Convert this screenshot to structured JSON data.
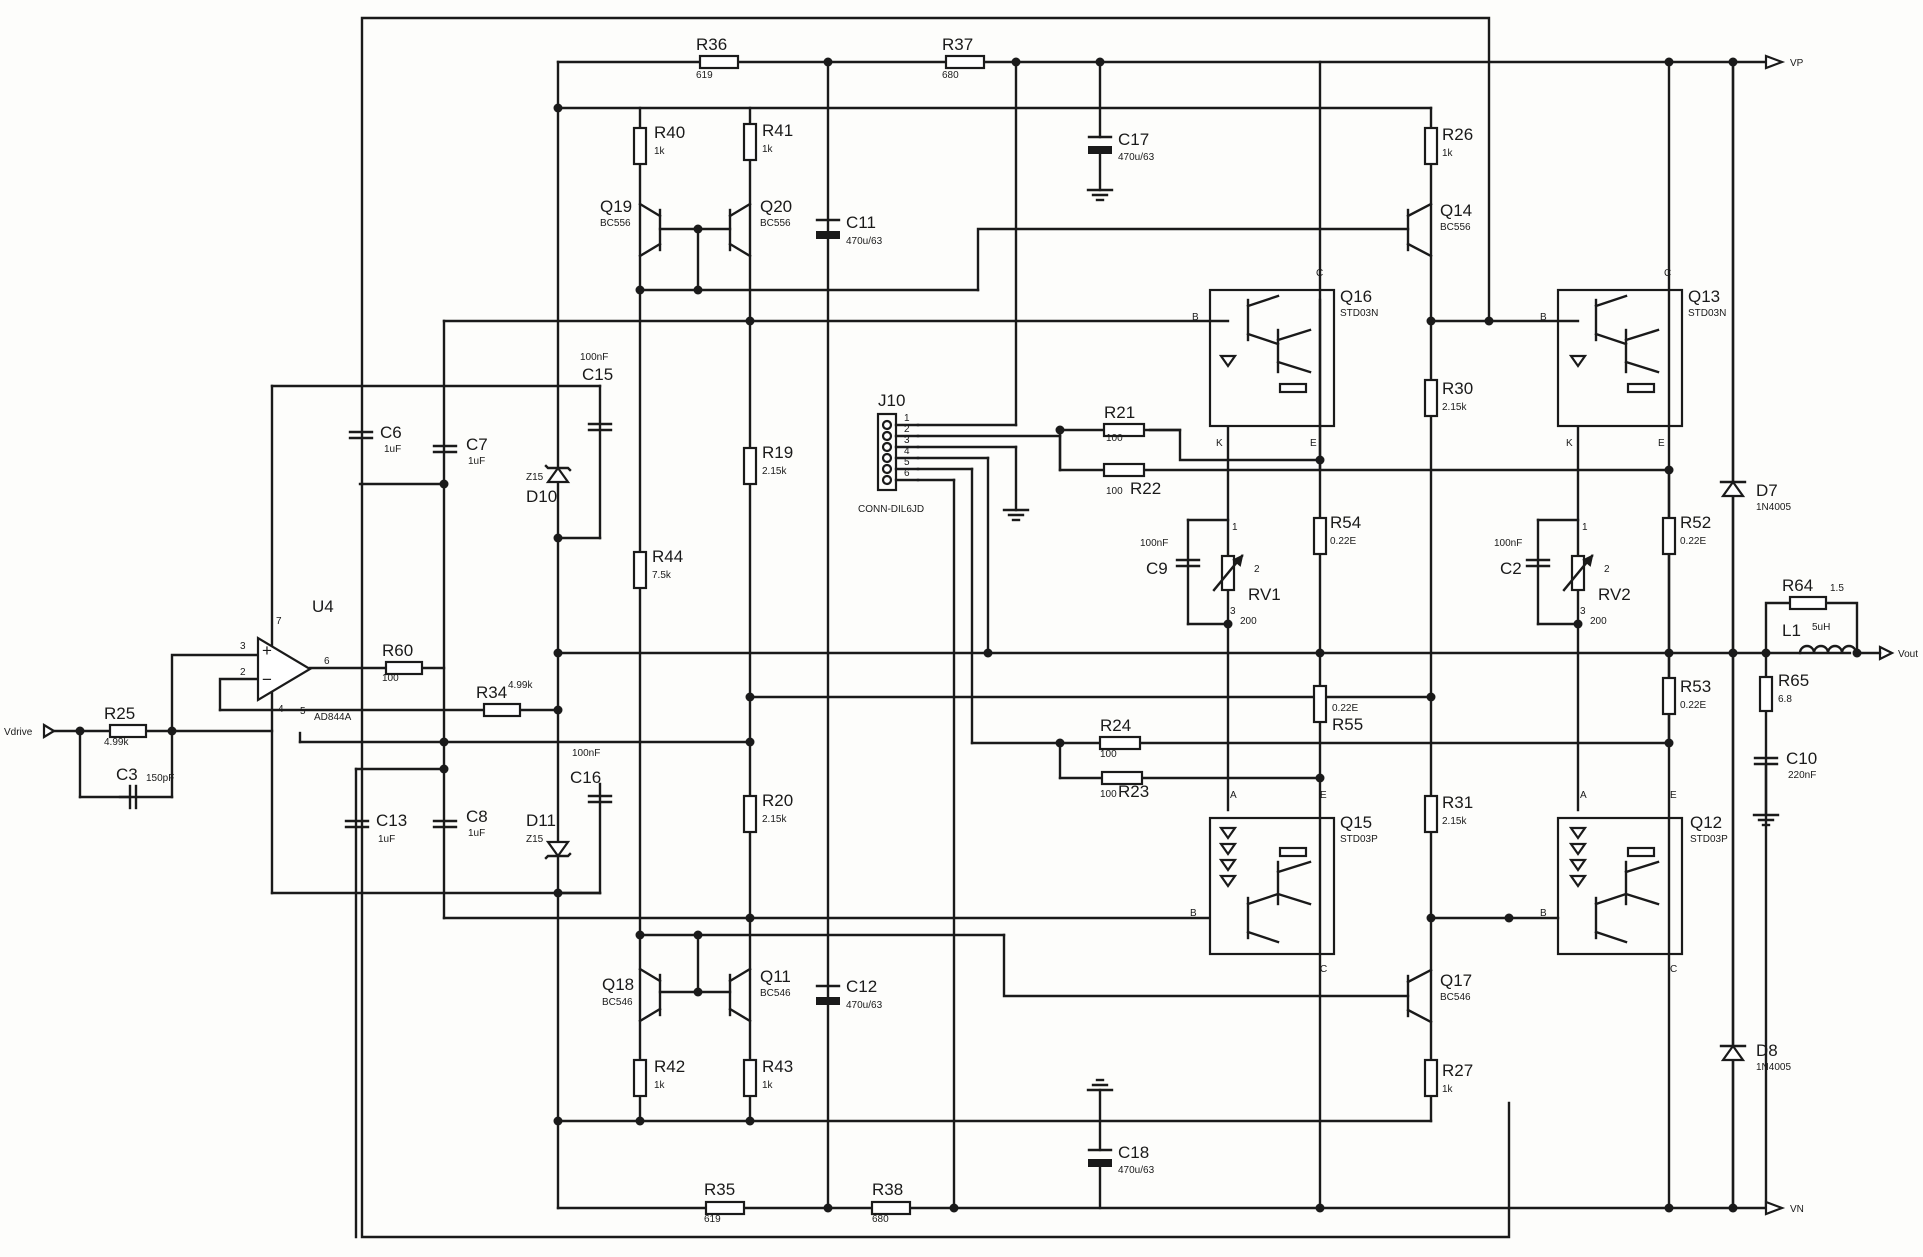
{
  "components": {
    "R36": {
      "ref": "R36",
      "value": "619"
    },
    "R37": {
      "ref": "R37",
      "value": "680"
    },
    "R35": {
      "ref": "R35",
      "value": "619"
    },
    "R38": {
      "ref": "R38",
      "value": "680"
    },
    "R40": {
      "ref": "R40",
      "value": "1k"
    },
    "R41": {
      "ref": "R41",
      "value": "1k"
    },
    "R42": {
      "ref": "R42",
      "value": "1k"
    },
    "R43": {
      "ref": "R43",
      "value": "1k"
    },
    "R26": {
      "ref": "R26",
      "value": "1k"
    },
    "R27": {
      "ref": "R27",
      "value": "1k"
    },
    "R19": {
      "ref": "R19",
      "value": "2.15k"
    },
    "R20": {
      "ref": "R20",
      "value": "2.15k"
    },
    "R30": {
      "ref": "R30",
      "value": "2.15k"
    },
    "R31": {
      "ref": "R31",
      "value": "2.15k"
    },
    "R44": {
      "ref": "R44",
      "value": "7.5k"
    },
    "R21": {
      "ref": "R21",
      "value": "100"
    },
    "R22": {
      "ref": "R22",
      "value": "100"
    },
    "R24": {
      "ref": "R24",
      "value": "100"
    },
    "R23": {
      "ref": "R23",
      "value": "100"
    },
    "R54": {
      "ref": "R54",
      "value": "0.22E"
    },
    "R55": {
      "ref": "R55",
      "value": "0.22E"
    },
    "R52": {
      "ref": "R52",
      "value": "0.22E"
    },
    "R53": {
      "ref": "R53",
      "value": "0.22E"
    },
    "R25": {
      "ref": "R25",
      "value": "4.99k"
    },
    "R34": {
      "ref": "R34",
      "value": "4.99k"
    },
    "R60": {
      "ref": "R60",
      "value": "100"
    },
    "R64": {
      "ref": "R64",
      "value": "1.5"
    },
    "R65": {
      "ref": "R65",
      "value": "6.8"
    },
    "C3": {
      "ref": "C3",
      "value": "150pF"
    },
    "C6": {
      "ref": "C6",
      "value": "1uF"
    },
    "C7": {
      "ref": "C7",
      "value": "1uF"
    },
    "C8": {
      "ref": "C8",
      "value": "1uF"
    },
    "C13": {
      "ref": "C13",
      "value": "1uF"
    },
    "C15": {
      "ref": "C15",
      "value": "100nF"
    },
    "C16": {
      "ref": "C16",
      "value": "100nF"
    },
    "C11": {
      "ref": "C11",
      "value": "470u/63"
    },
    "C12": {
      "ref": "C12",
      "value": "470u/63"
    },
    "C17": {
      "ref": "C17",
      "value": "470u/63"
    },
    "C18": {
      "ref": "C18",
      "value": "470u/63"
    },
    "C9": {
      "ref": "C9",
      "value": "100nF"
    },
    "C2": {
      "ref": "C2",
      "value": "100nF"
    },
    "C10": {
      "ref": "C10",
      "value": "220nF"
    },
    "L1": {
      "ref": "L1",
      "value": "5uH"
    },
    "D10": {
      "ref": "D10",
      "value": "Z15"
    },
    "D11": {
      "ref": "D11",
      "value": "Z15"
    },
    "D7": {
      "ref": "D7",
      "value": "1N4005"
    },
    "D8": {
      "ref": "D8",
      "value": "1N4005"
    },
    "RV1": {
      "ref": "RV1",
      "value": "200"
    },
    "RV2": {
      "ref": "RV2",
      "value": "200"
    },
    "Q19": {
      "ref": "Q19",
      "value": "BC556"
    },
    "Q20": {
      "ref": "Q20",
      "value": "BC556"
    },
    "Q14": {
      "ref": "Q14",
      "value": "BC556"
    },
    "Q18": {
      "ref": "Q18",
      "value": "BC546"
    },
    "Q11": {
      "ref": "Q11",
      "value": "BC546"
    },
    "Q17": {
      "ref": "Q17",
      "value": "BC546"
    },
    "Q16": {
      "ref": "Q16",
      "value": "STD03N"
    },
    "Q13": {
      "ref": "Q13",
      "value": "STD03N"
    },
    "Q15": {
      "ref": "Q15",
      "value": "STD03P"
    },
    "Q12": {
      "ref": "Q12",
      "value": "STD03P"
    },
    "U4": {
      "ref": "U4",
      "value": "AD844A"
    },
    "J10": {
      "ref": "J10",
      "value": "CONN-DIL6JD"
    }
  },
  "ports": {
    "vp": "VP",
    "vn": "VN",
    "vdrive": "Vdrive",
    "vout": "Vout"
  },
  "pins": {
    "j10": [
      "1",
      "2",
      "3",
      "4",
      "5",
      "6"
    ],
    "u4_plus": "+",
    "u4_minus": "−",
    "u4_3": "3",
    "u4_2": "2",
    "u4_7": "7",
    "u4_4": "4",
    "u4_5": "5",
    "u4_6": "6",
    "rv1": [
      "1",
      "2",
      "3"
    ],
    "rv2": [
      "1",
      "2",
      "3"
    ],
    "q16": [
      "C",
      "B",
      "K",
      "E"
    ],
    "q13": [
      "C",
      "B",
      "K",
      "E"
    ],
    "q15": [
      "A",
      "E",
      "B",
      "C"
    ],
    "q12": [
      "A",
      "E",
      "B",
      "C"
    ]
  }
}
